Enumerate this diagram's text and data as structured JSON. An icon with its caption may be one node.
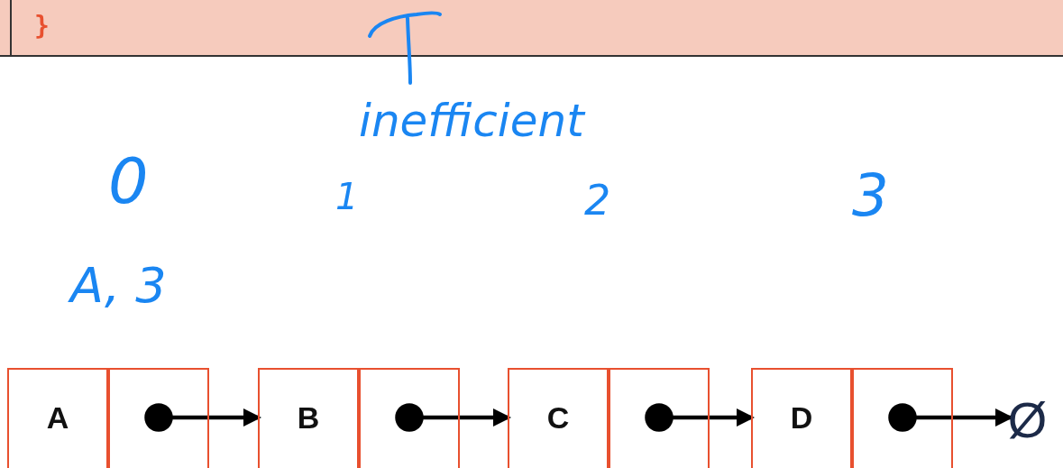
{
  "diagram": {
    "nodes": [
      {
        "text": [
          "A"
        ]
      },
      {
        "text": [],
        "shape": "box"
      },
      {
        "text": [
          "B"
        ]
      },
      {
        "text": [],
        "shape": "box"
      },
      {
        "text": [
          "C"
        ]
      },
      {
        "text": [],
        "shape": "box"
      },
      {
        "text": [
          "D"
        ]
      },
      {
        "text": [],
        "shape": "box"
      },
      {
        "text": [
          "Ø"
        ]
      }
    ],
    "edges": [
      {
        "from": 1,
        "to": 2,
        "arrow": "to"
      },
      {
        "from": 3,
        "to": 4,
        "arrow": "to"
      },
      {
        "from": 5,
        "to": 6,
        "arrow": "to"
      },
      {
        "from": 7,
        "to": 8,
        "arrow": "to"
      }
    ],
    "labels": [
      "}",
      "inefficient",
      "0",
      "1",
      "2",
      "3",
      "A, 3"
    ]
  }
}
